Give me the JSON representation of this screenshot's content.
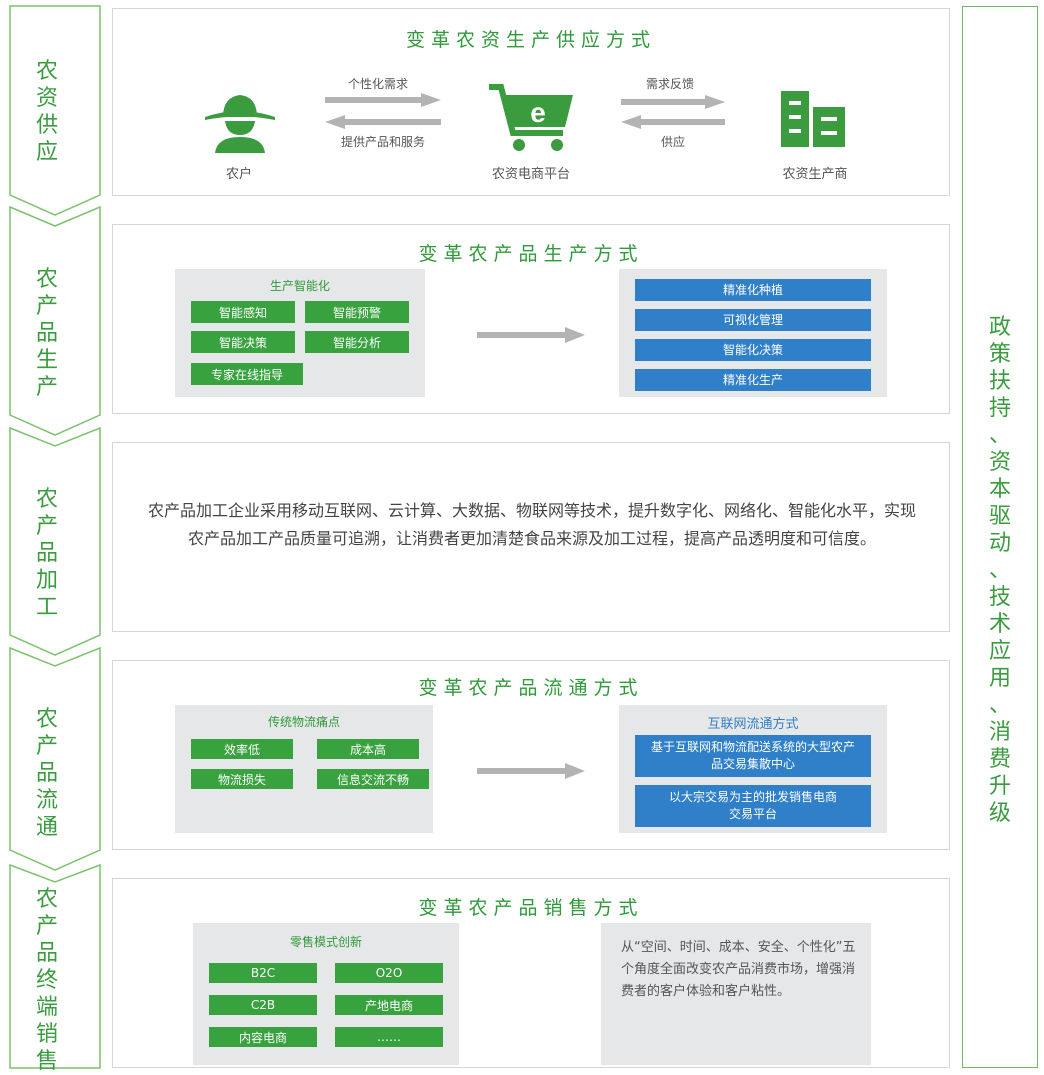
{
  "stages": [
    {
      "name": "农资供应"
    },
    {
      "name": "农产品生产"
    },
    {
      "name": "农产品加工"
    },
    {
      "name": "农产品流通"
    },
    {
      "name": "农产品终端销售"
    }
  ],
  "right_label": "政策扶持、资本驱动、技术应用、消费升级",
  "supply": {
    "title": "变革农资生产供应方式",
    "nodes": {
      "farmer": "农户",
      "platform": "农资电商平台",
      "producer": "农资生产商"
    },
    "arrows": {
      "farmer_to_platform": "个性化需求",
      "platform_to_farmer": "提供产品和服务",
      "platform_to_producer": "需求反馈",
      "producer_to_platform": "供应"
    },
    "colors": {
      "green": "#3a9c3f"
    }
  },
  "production": {
    "title": "变革农产品生产方式",
    "left_title": "生产智能化",
    "left_items": [
      "智能感知",
      "智能预警",
      "智能决策",
      "智能分析",
      "专家在线指导"
    ],
    "right_items": [
      "精准化种植",
      "可视化管理",
      "智能化决策",
      "精准化生产"
    ]
  },
  "processing": {
    "text": "农产品加工企业采用移动互联网、云计算、大数据、物联网等技术，提升数字化、网络化、智能化水平，实现农产品加工产品质量可追溯，让消费者更加清楚食品来源及加工过程，提高产品透明度和可信度。"
  },
  "circulation": {
    "title": "变革农产品流通方式",
    "left_title": "传统物流痛点",
    "left_items": [
      "效率低",
      "成本高",
      "物流损失",
      "信息交流不畅"
    ],
    "right_title": "互联网流通方式",
    "right_items": [
      "基于互联网和物流配送系统的大型农产品交易集散中心",
      "以大宗交易为主的批发销售电商交易平台"
    ]
  },
  "sales": {
    "title": "变革农产品销售方式",
    "left_title": "零售模式创新",
    "left_items": [
      "B2C",
      "O2O",
      "C2B",
      "产地电商",
      "内容电商",
      "……"
    ],
    "right_text": "从“空间、时间、成本、安全、个性化”五个角度全面改变农产品消费市场，增强消费者的客户体验和客户粘性。"
  },
  "icons": {
    "farmer": "farmer-icon",
    "platform": "shopping-cart-e-icon",
    "producer": "factory-building-icon",
    "arrow": "arrow-right-icon"
  }
}
